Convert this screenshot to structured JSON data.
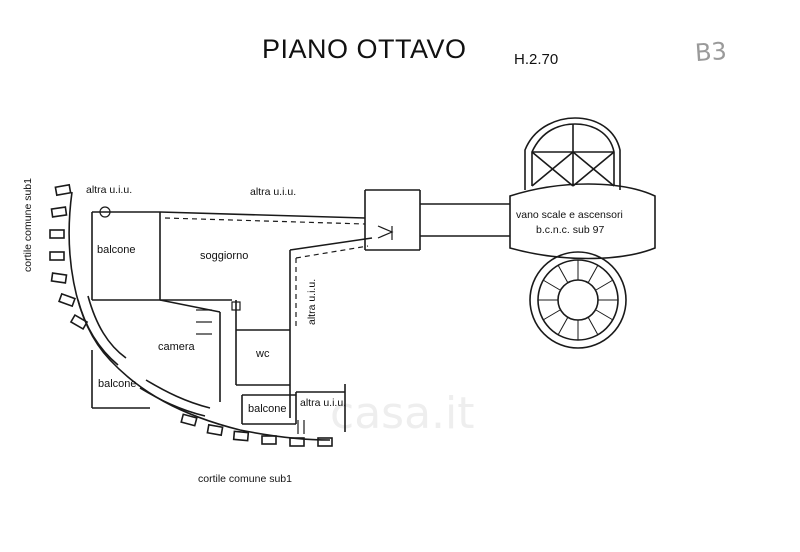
{
  "header": {
    "title": "PIANO OTTAVO",
    "height": "H.2.70",
    "stamp": "B3"
  },
  "rooms": {
    "balcone_top": "balcone",
    "soggiorno": "soggiorno",
    "camera": "camera",
    "wc": "wc",
    "balcone_left": "balcone",
    "balcone_small": "balcone"
  },
  "labels": {
    "altra_uiu_top_left": "altra u.i.u.",
    "altra_uiu_top": "altra u.i.u.",
    "altra_uiu_vertical": "altra u.i.u.",
    "altra_uiu_bottom": "altra u.i.u.",
    "vano_scale": "vano scale e ascensori",
    "bcnc": "b.c.n.c. sub 97",
    "cortile_left": "cortile comune sub1",
    "cortile_bottom": "cortile comune sub1"
  },
  "watermark": "casa.it"
}
